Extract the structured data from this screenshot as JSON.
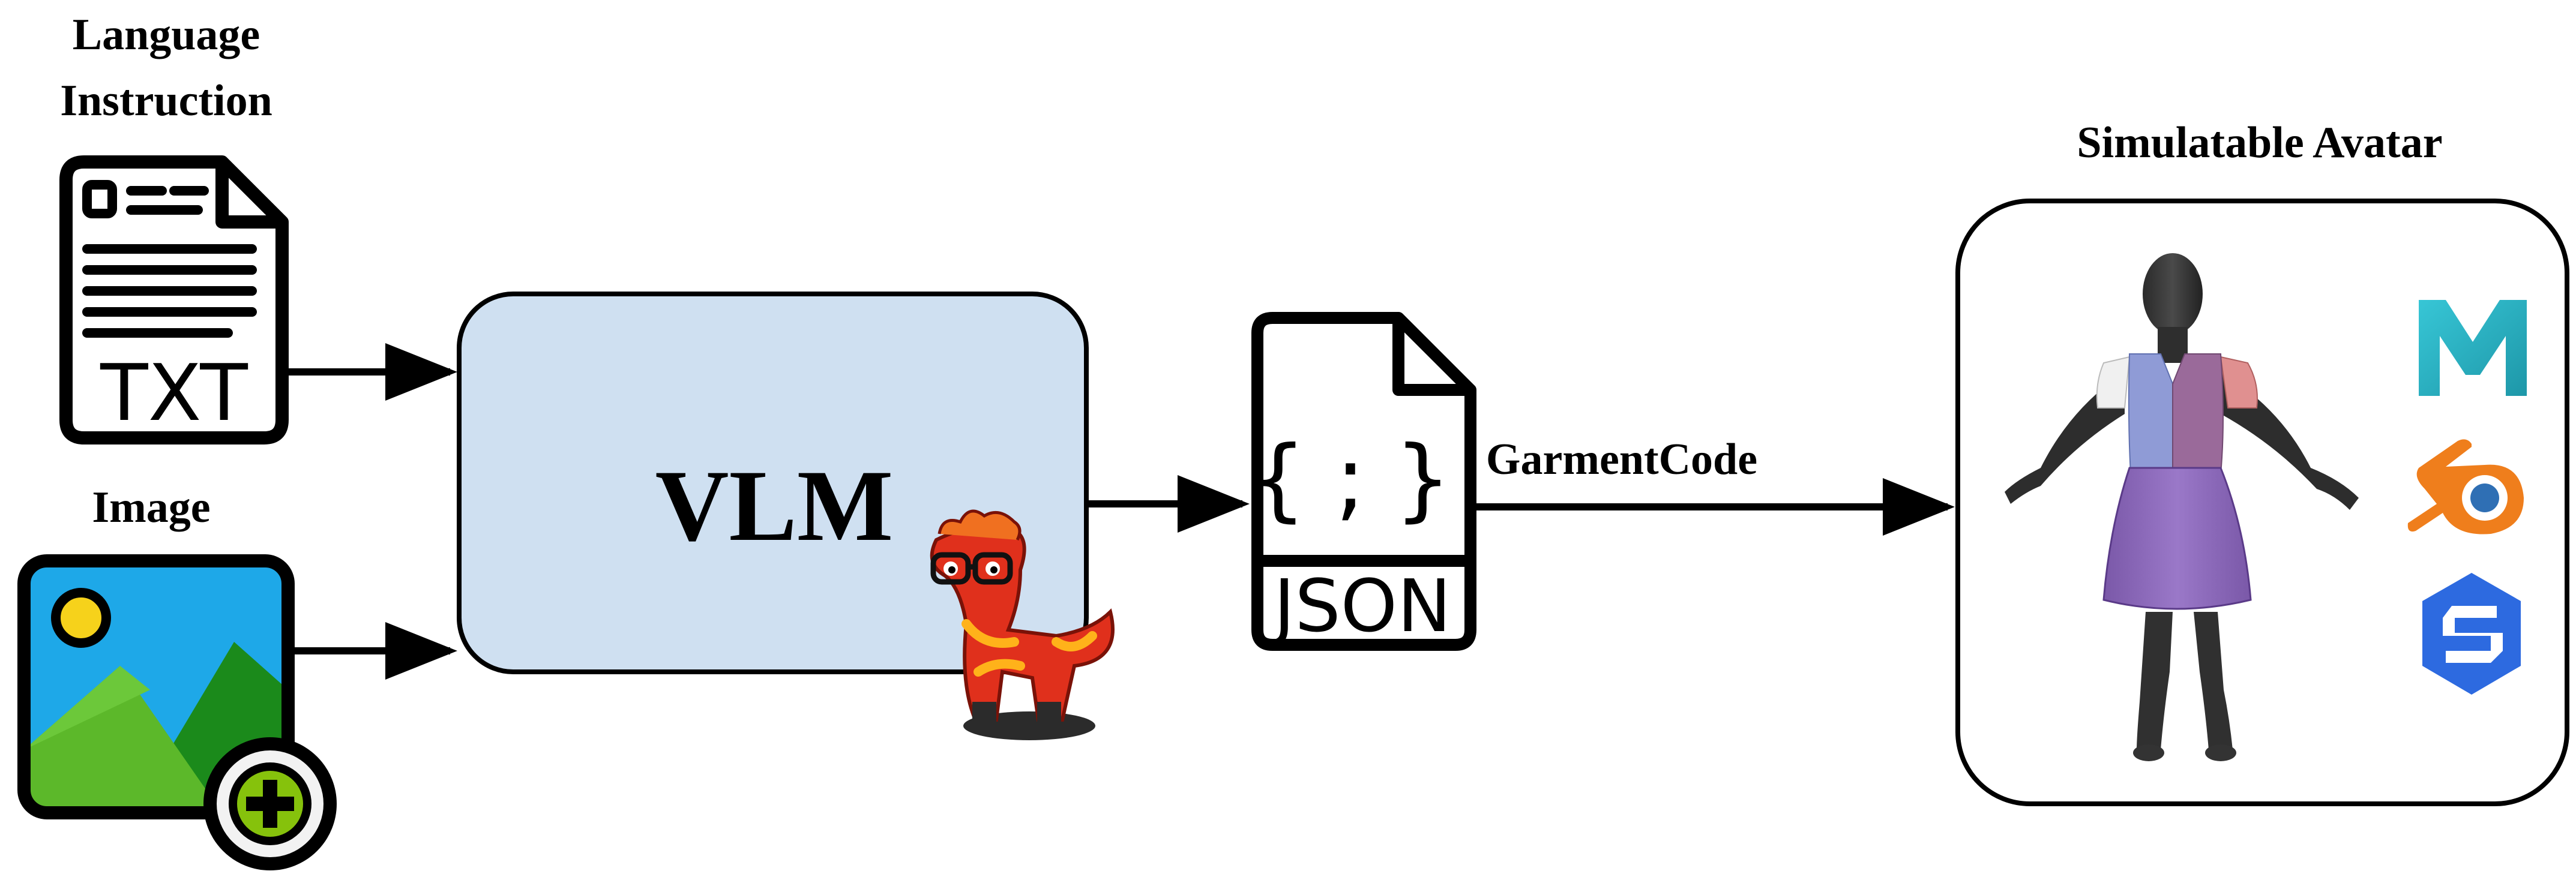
{
  "labels": {
    "language_instruction": [
      "Language",
      "Instruction"
    ],
    "image": "Image",
    "vlm": "VLM",
    "garmentcode": "GarmentCode",
    "avatar_title": "Simulatable Avatar"
  },
  "icons": {
    "text_file": {
      "name": "txt-file-icon",
      "caption": "TXT"
    },
    "image_file": {
      "name": "image-add-icon"
    },
    "json_file": {
      "name": "json-file-icon",
      "braces": "{ ; }",
      "caption": "JSON"
    },
    "mascot": {
      "name": "flaming-llama-mascot-icon"
    },
    "maya": {
      "name": "maya-logo-icon"
    },
    "blender": {
      "name": "blender-logo-icon"
    },
    "style3d": {
      "name": "style3d-logo-icon"
    }
  },
  "colors": {
    "vlm_fill": "#cfe0f1",
    "image_sky": "#1ea8e8",
    "image_mountain_dark": "#1b8a1b",
    "image_mountain_light": "#5cb82a",
    "image_sun": "#f6d21b",
    "plus_badge": "#86c20c",
    "maya": "#2bb5c8",
    "blender_orange": "#ef7e1c",
    "blender_blue": "#2f6fb4",
    "style3d": "#2d6ae0",
    "garment_skirt": "#8c67b8",
    "garment_blue": "#8f9bd6",
    "garment_pink": "#e09090"
  }
}
